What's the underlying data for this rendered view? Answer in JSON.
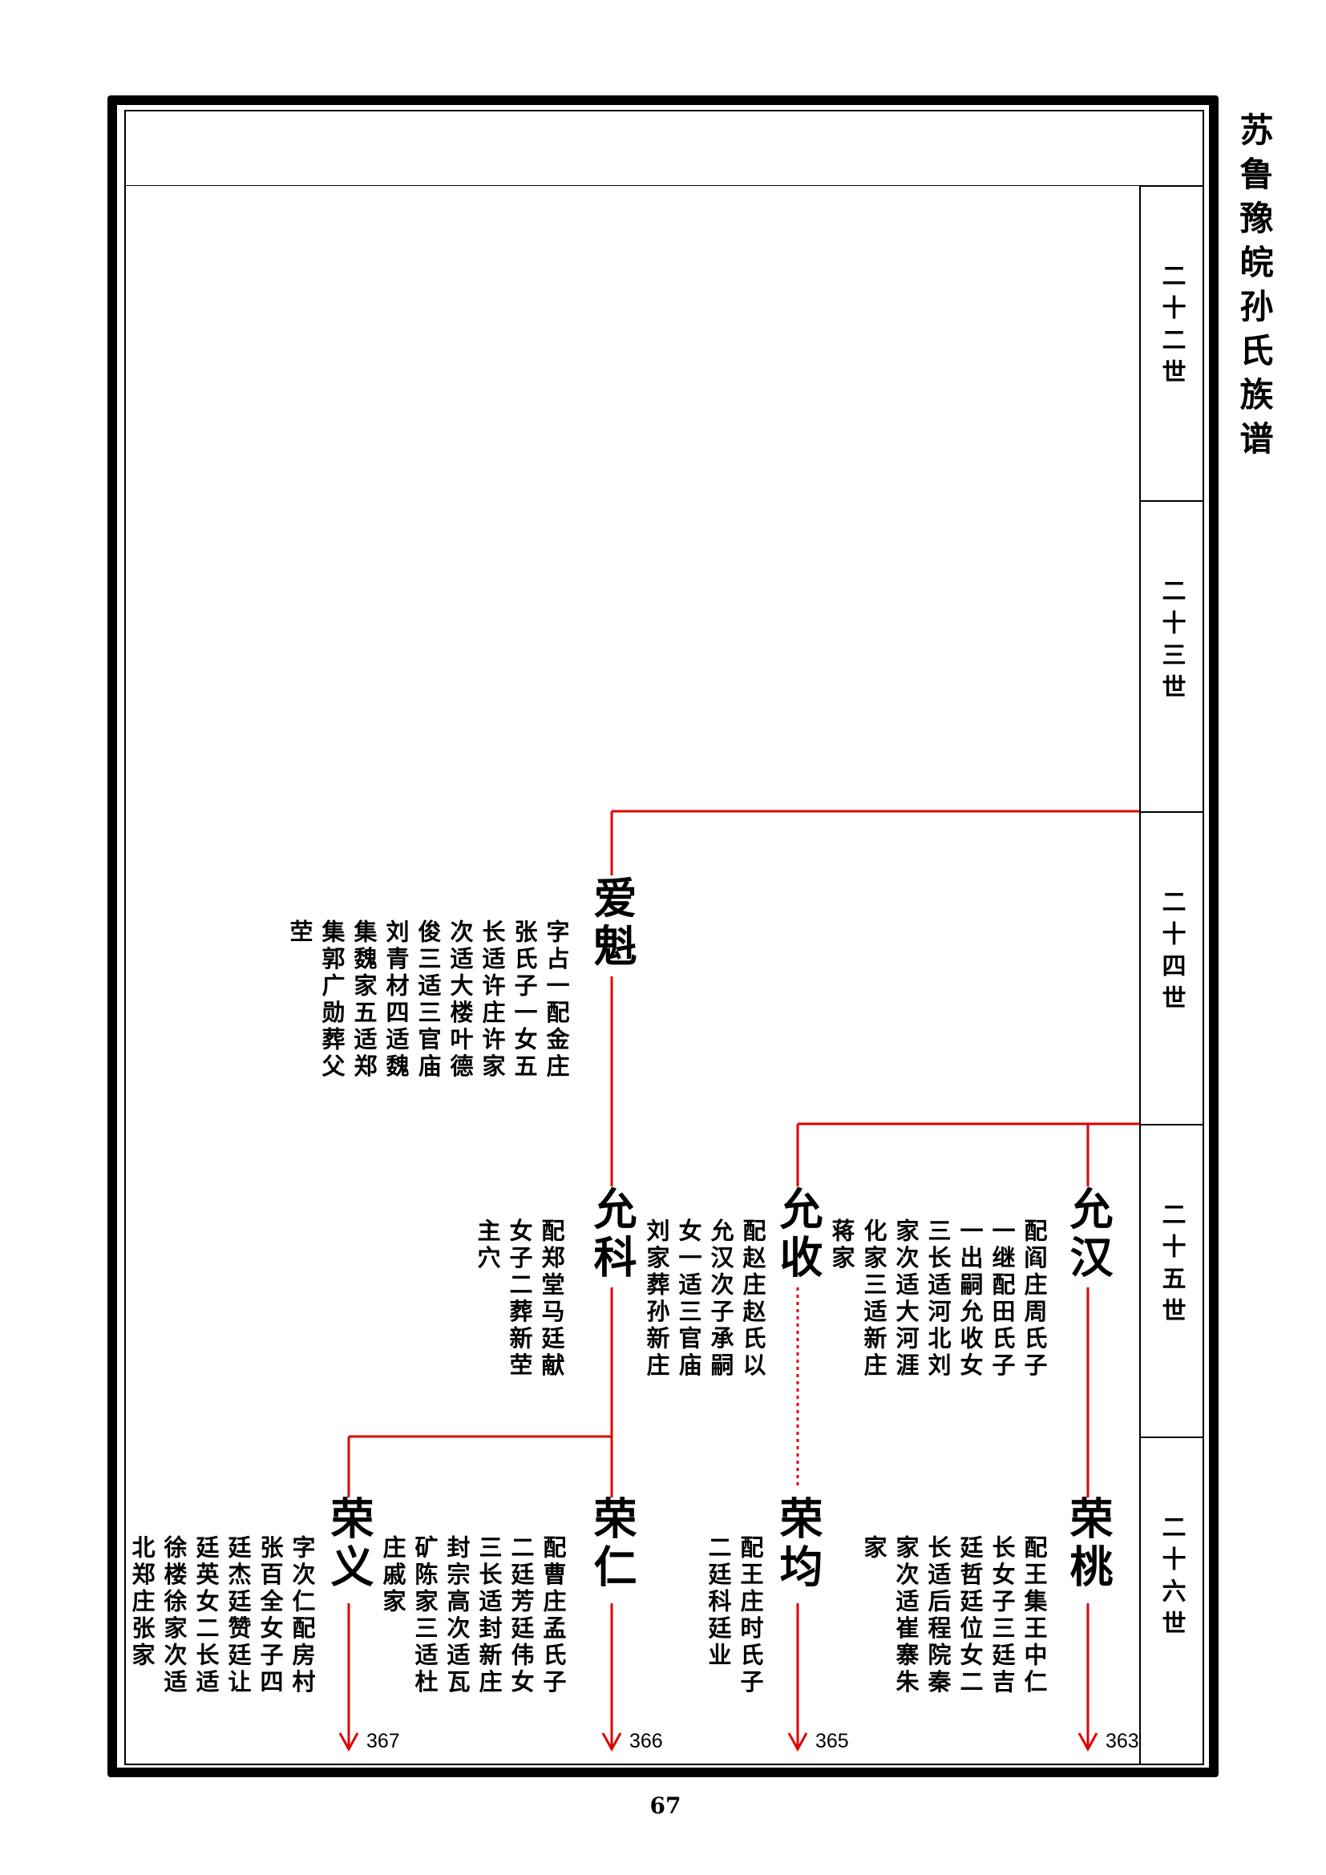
{
  "title": "苏鲁豫皖孙氏族谱",
  "page_number": "67",
  "generations": [
    "二十二世",
    "二十三世",
    "二十四世",
    "二十五世",
    "二十六世"
  ],
  "line_color": "#e00000",
  "persons": [
    {
      "id": "aikui",
      "name": "爱魁",
      "bio": [
        "字占一配金庄",
        "张氏子一女五",
        "长适许庄许家",
        "次适大楼叶德",
        "俊三适三官庙",
        "刘青材四适魏",
        "集魏家五适郑",
        "集郭广勋葬父",
        "茔"
      ]
    },
    {
      "id": "yunke",
      "name": "允科",
      "bio": [
        "配郑堂马廷献",
        "女子二葬新茔",
        "主穴"
      ]
    },
    {
      "id": "yunshou",
      "name": "允收",
      "bio": [
        "配赵庄赵氏以",
        "允汉次子承嗣",
        "女一适三官庙",
        "刘家葬孙新庄"
      ]
    },
    {
      "id": "yunhan",
      "name": "允汉",
      "bio": [
        "配阎庄周氏子",
        "一继配田氏子",
        "一出嗣允收女",
        "三长适河北刘",
        "家次适大河涯",
        "化家三适新庄",
        "蒋家"
      ]
    },
    {
      "id": "rongyi",
      "name": "荣义",
      "bio": [
        "字次仁配房村",
        "张百全女子四",
        "廷杰廷赞廷让",
        "廷英女二长适",
        "徐楼徐家次适",
        "北郑庄张家"
      ],
      "ref": "367"
    },
    {
      "id": "rongren",
      "name": "荣仁",
      "bio": [
        "配曹庄孟氏子",
        "二廷芳廷伟女",
        "三长适封新庄",
        "封宗高次适瓦",
        "矿陈家三适杜",
        "庄戚家"
      ],
      "ref": "366"
    },
    {
      "id": "rongjun",
      "name": "荣均",
      "bio": [
        "配王庄时氏子",
        "二廷科廷业"
      ],
      "ref": "365"
    },
    {
      "id": "rongtao",
      "name": "荣桃",
      "bio": [
        "配王集王中仁",
        "长女子三廷吉",
        "廷哲廷位女二",
        "长适后程院秦",
        "家次适崔寨朱",
        "家"
      ],
      "ref": "363"
    }
  ]
}
